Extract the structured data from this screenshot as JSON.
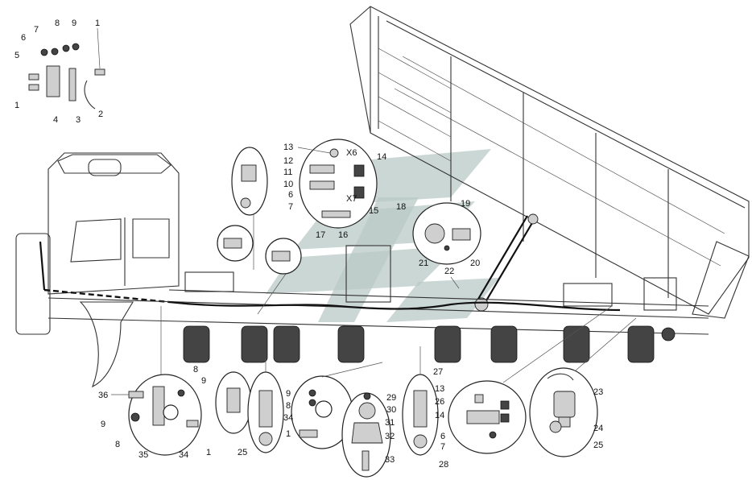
{
  "callouts": {
    "c1": "1",
    "c2": "2",
    "c3": "3",
    "c4": "4",
    "c5": "5",
    "c6": "6",
    "c7": "7",
    "c8": "8",
    "c9": "9",
    "c10": "10",
    "c11": "11",
    "c12": "12",
    "c13": "13",
    "c14": "14",
    "c15": "15",
    "c16": "16",
    "c17": "17",
    "c18": "18",
    "c19": "19",
    "c20": "20",
    "c21": "21",
    "c22": "22",
    "c23": "23",
    "c24": "24",
    "c25": "25",
    "c26": "26",
    "c27": "27",
    "c28": "28",
    "c29": "29",
    "c30": "30",
    "c31": "31",
    "c32": "32",
    "c33": "33",
    "c34": "34",
    "c35": "35",
    "c36": "36",
    "x6": "X6",
    "x7": "X7"
  },
  "colors": {
    "line": "#333333",
    "watermark": "#b9c9c5",
    "background": "#ffffff"
  }
}
